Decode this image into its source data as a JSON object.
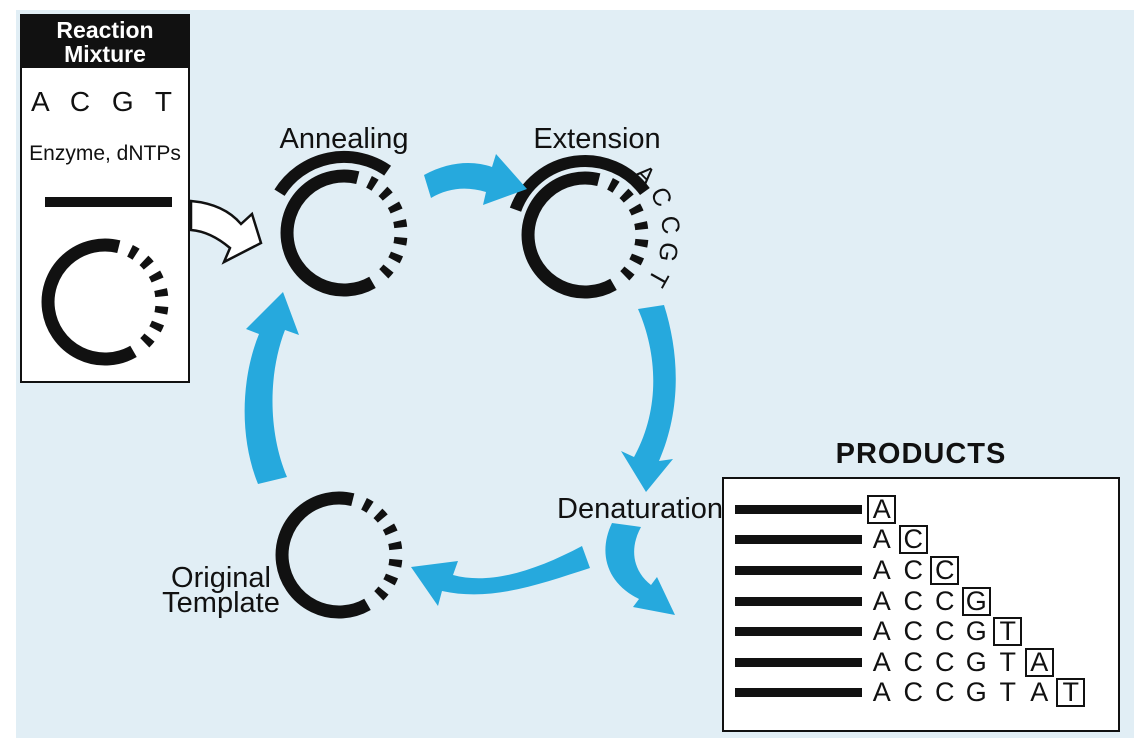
{
  "palette": {
    "background": "#e1eef5",
    "arrow_blue": "#26a9dd",
    "ink": "#111111"
  },
  "reaction_mixture": {
    "title_line1": "Reaction",
    "title_line2": "Mixture",
    "bases": "A C G T",
    "enzyme": "Enzyme, dNTPs"
  },
  "cycle": {
    "annealing_label": "Annealing",
    "extension_label": "Extension",
    "denaturation_label": "Denaturation",
    "original_template_line1": "Original",
    "original_template_line2": "Template",
    "extension_bases": [
      "A",
      "C",
      "C",
      "G",
      "T"
    ]
  },
  "products": {
    "title": "PRODUCTS",
    "rows": [
      {
        "seq": [
          "A"
        ]
      },
      {
        "seq": [
          "A",
          "C"
        ]
      },
      {
        "seq": [
          "A",
          "C",
          "C"
        ]
      },
      {
        "seq": [
          "A",
          "C",
          "C",
          "G"
        ]
      },
      {
        "seq": [
          "A",
          "C",
          "C",
          "G",
          "T"
        ]
      },
      {
        "seq": [
          "A",
          "C",
          "C",
          "G",
          "T",
          "A"
        ]
      },
      {
        "seq": [
          "A",
          "C",
          "C",
          "G",
          "T",
          "A",
          "T"
        ]
      }
    ]
  }
}
